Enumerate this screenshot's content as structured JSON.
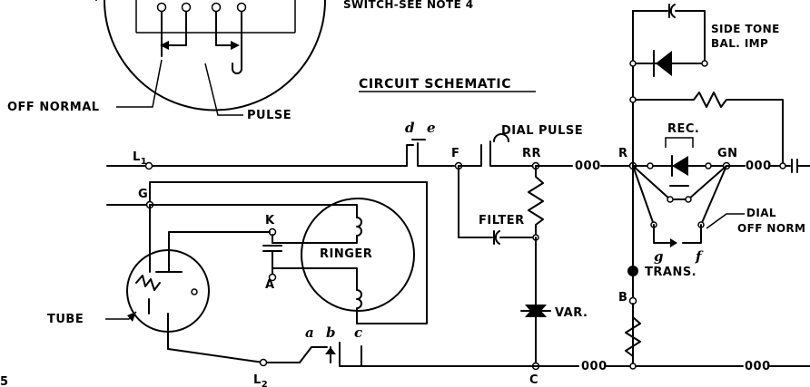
{
  "labels": {
    "note": "SWITCH-SEE NOTE 4",
    "side_tone_line1": "SIDE TONE",
    "side_tone_line2": "BAL. IMP",
    "title": "CIRCUIT SCHEMATIC",
    "off_normal": "OFF NORMAL",
    "pulse": "PULSE",
    "dial_pulse": "DIAL PULSE",
    "rec": "REC.",
    "dial": "DIAL",
    "off_norm": "OFF NORM",
    "filter": "FILTER",
    "ringer": "RINGER",
    "trans": "TRANS.",
    "var": "VAR.",
    "tube": "TUBE",
    "fig": "5"
  },
  "terminals": {
    "l1": "L",
    "l1_sub": "1",
    "l2": "L",
    "l2_sub": "2",
    "g": "G",
    "k": "K",
    "a_term": "A",
    "f_term": "F",
    "rr": "RR",
    "r": "R",
    "gn": "GN",
    "b_term": "B",
    "c_term": "C"
  },
  "contacts": {
    "d": "d",
    "e": "e",
    "a": "a",
    "b": "b",
    "c": "c",
    "g": "g",
    "f": "f"
  },
  "inductor_marks": {
    "l1": "000",
    "gn": "000",
    "bottom_mid": "000",
    "bottom_right": "000"
  }
}
